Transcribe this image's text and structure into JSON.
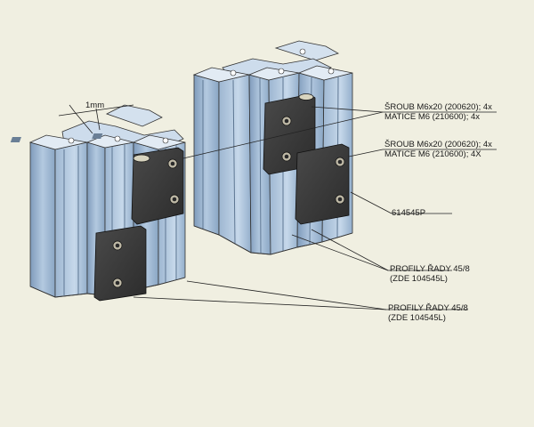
{
  "dimension": {
    "text": "1mm"
  },
  "labels": {
    "screw_1_line1": "ŠROUB M6x20 (200620); 4x",
    "screw_1_line2": "MATICE M6 (210600); 4x",
    "screw_2_line1": "ŠROUB M6x20 (200620); 4x",
    "screw_2_line2": "MATICE M6 (210600); 4X",
    "hinge_part": "614545P",
    "profile_1_line1": "PROFILY ŘADY 45/8",
    "profile_1_line2": "(ZDE 104545L)",
    "profile_2_line1": "PROFILY ŘADY 45/8",
    "profile_2_line2": "(ZDE 104545L)"
  },
  "colors": {
    "background": "#f0efe1",
    "profile_front": "#9fb8d4",
    "profile_light": "#c9daea",
    "profile_dark": "#6f8aa8",
    "hinge": "#3a3a3a",
    "leader": "#222222"
  }
}
